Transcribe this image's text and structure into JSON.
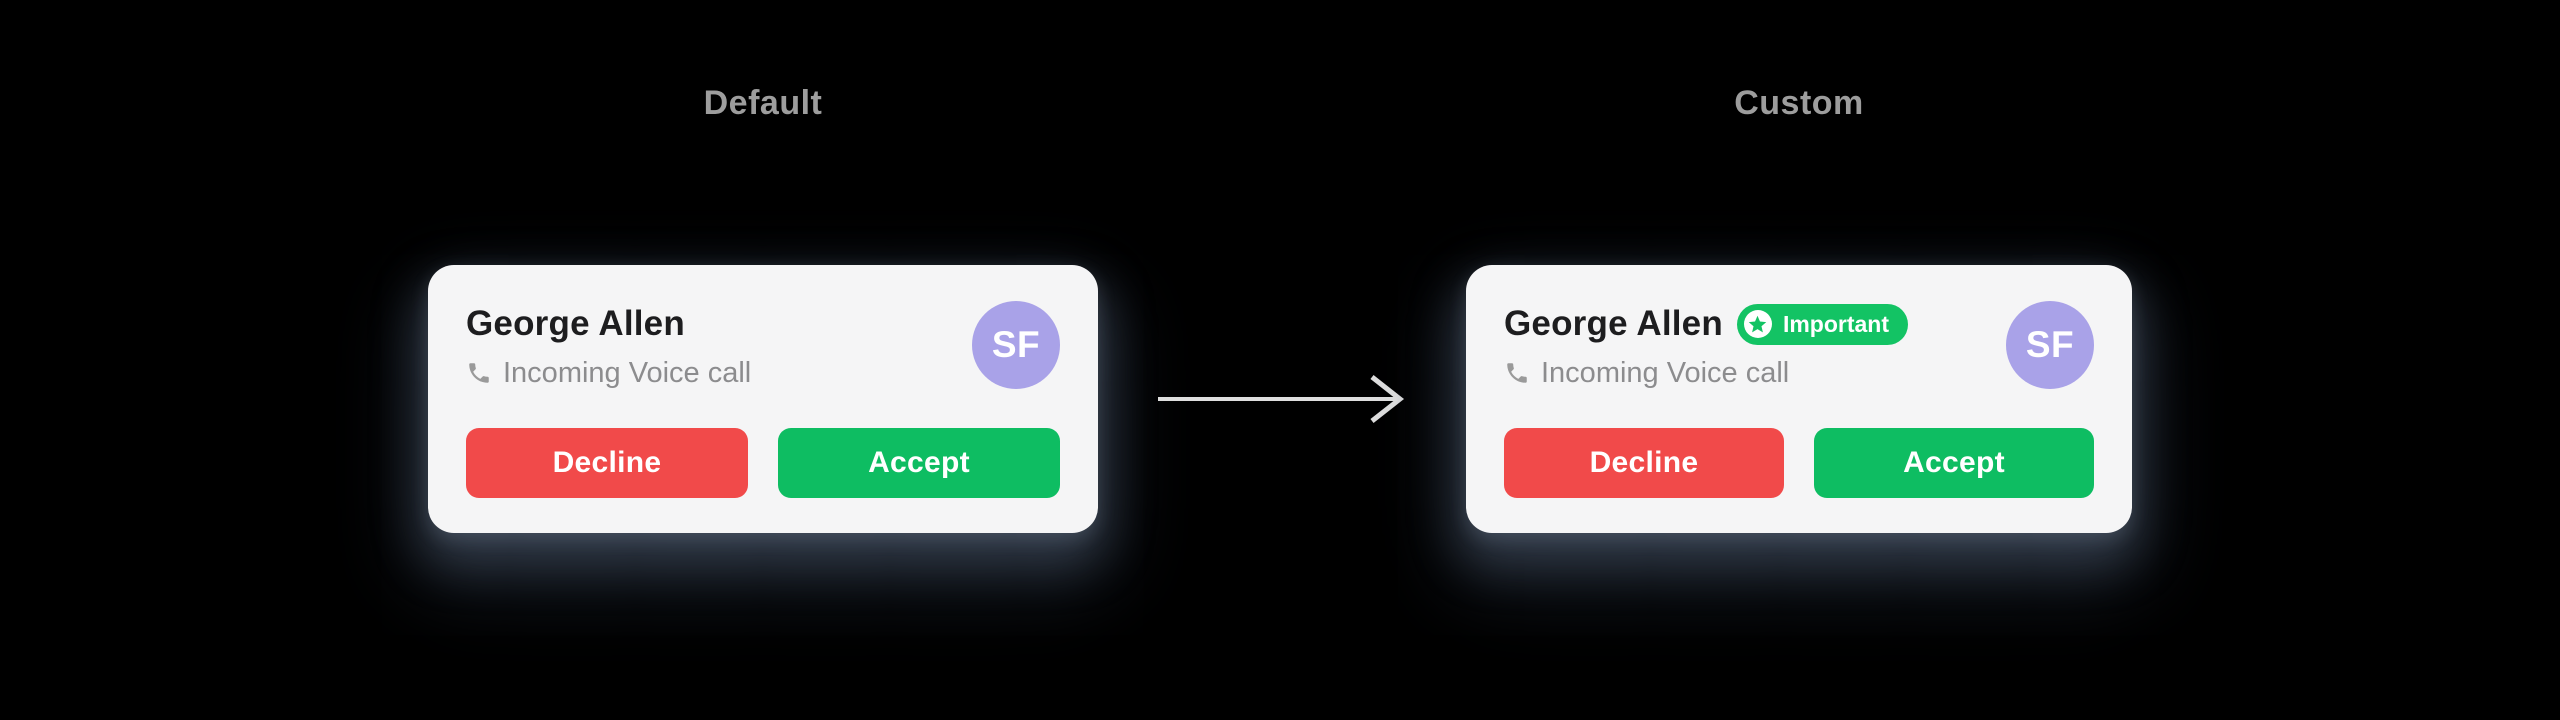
{
  "page": {
    "background_color": "#000000"
  },
  "sections": [
    {
      "title": "Default",
      "card": {
        "name": "George Allen",
        "call_type": "Incoming Voice call",
        "avatar_initials": "SF",
        "buttons": {
          "decline": "Decline",
          "accept": "Accept"
        }
      }
    },
    {
      "title": "Custom",
      "card": {
        "name": "George Allen",
        "badge": {
          "label": "Important",
          "icon": "star"
        },
        "call_type": "Incoming Voice call",
        "avatar_initials": "SF",
        "buttons": {
          "decline": "Decline",
          "accept": "Accept"
        }
      }
    }
  ],
  "arrow": {
    "icon": "right-arrow"
  },
  "colors": {
    "card_background": "#f5f5f6",
    "name_text": "#1d1d1f",
    "subtitle_text": "#8c8c8e",
    "section_title": "#9d9d9d",
    "avatar_background": "#a9a2e8",
    "badge_green": "#13c364",
    "accept_green": "#0ebd62",
    "decline_red": "#f14a4a",
    "arrow_gray": "#dfdfdf"
  }
}
